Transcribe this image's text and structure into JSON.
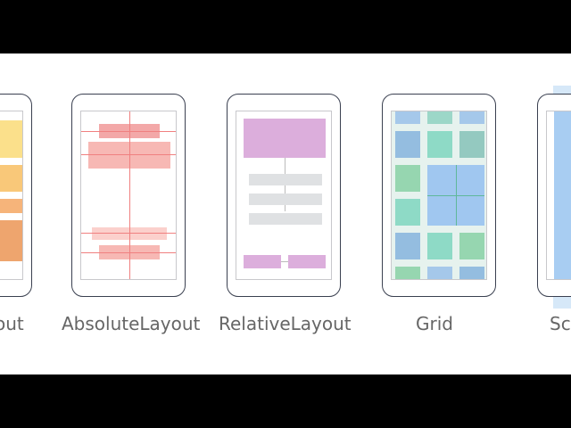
{
  "layouts": [
    {
      "id": "stack",
      "label": "out"
    },
    {
      "id": "absolute",
      "label": "AbsoluteLayout"
    },
    {
      "id": "relative",
      "label": "RelativeLayout"
    },
    {
      "id": "grid",
      "label": "Grid"
    },
    {
      "id": "scroll",
      "label": "Scr"
    }
  ],
  "colors": {
    "frame": "#3a4050",
    "stack": [
      "#fbe08b",
      "#f9c879",
      "#f6b47a",
      "#eea56e"
    ],
    "absolute": [
      "#f3a8a8",
      "#f7c0b8",
      "#fbd0cc"
    ],
    "relative_top": "#dcaedc",
    "relative_rows": "#dfe1e3",
    "grid": [
      "#a5c8ea",
      "#9cd7c8",
      "#94bde0",
      "#8edac6",
      "#96d6b0",
      "#a0c7f0"
    ],
    "scroll": "#a8cdf2"
  }
}
